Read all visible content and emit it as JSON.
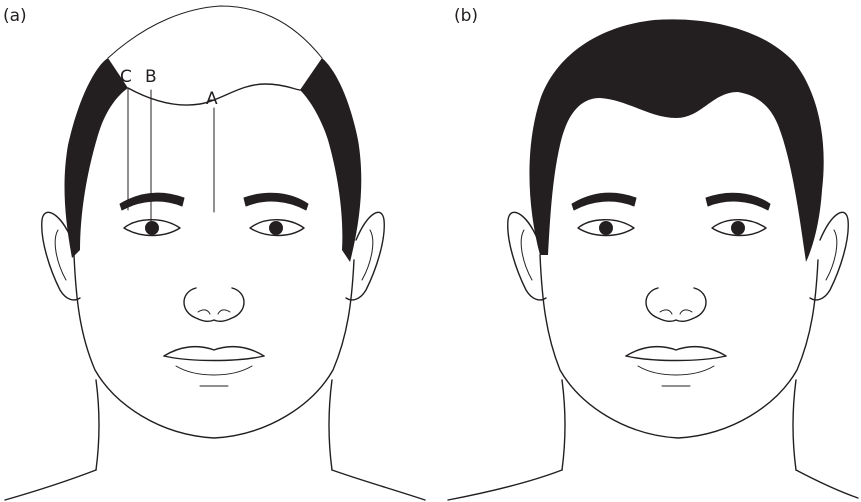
{
  "panels": [
    {
      "label": "(a)",
      "hair": "receded",
      "markers": [
        "C",
        "B",
        "A"
      ]
    },
    {
      "label": "(b)",
      "hair": "full"
    }
  ],
  "colors": {
    "ink": "#231f20",
    "background": "#ffffff"
  }
}
